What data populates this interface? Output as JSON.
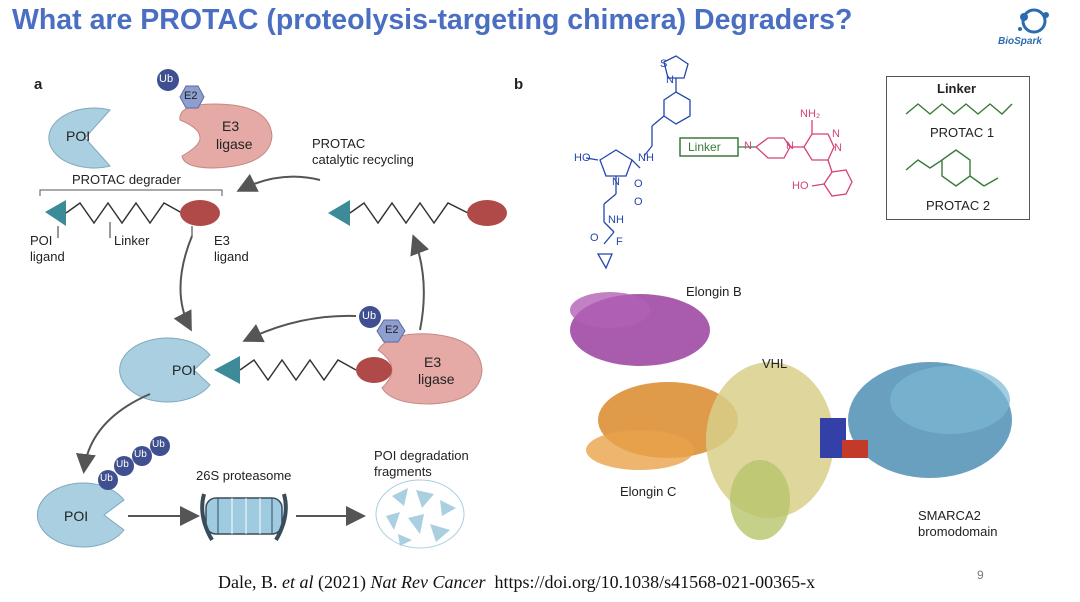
{
  "slide": {
    "title": "What are PROTAC (proteolysis-targeting chimera) Degraders?",
    "logo_text": "BioSpark",
    "page_number": "9"
  },
  "panel_a": {
    "letter": "a",
    "poi": "POI",
    "e3_line1": "E3",
    "e3_line2": "ligase",
    "ub": "Ub",
    "e2": "E2",
    "protac_degrader": "PROTAC degrader",
    "poi_ligand_1": "POI",
    "poi_ligand_2": "ligand",
    "linker": "Linker",
    "e3_ligand_1": "E3",
    "e3_ligand_2": "ligand",
    "recycling_1": "PROTAC",
    "recycling_2": "catalytic recycling",
    "proteasome": "26S proteasome",
    "fragments_1": "POI degradation",
    "fragments_2": "fragments"
  },
  "panel_b": {
    "letter": "b",
    "linker_box_title": "Linker",
    "protac1": "PROTAC 1",
    "protac2": "PROTAC 2",
    "linker_label": "Linker",
    "chem_ho": "HO",
    "chem_nh": "NH",
    "chem_n": "N",
    "chem_o": "O",
    "chem_f": "F",
    "chem_s": "S",
    "chem_nh2": "NH₂",
    "chem_ho2": "HO",
    "elongin_b": "Elongin B",
    "elongin_c": "Elongin C",
    "vhl": "VHL",
    "smarca2_1": "SMARCA2",
    "smarca2_2": "bromodomain"
  },
  "citation": {
    "authors": "Dale, B.",
    "etal": "et al",
    "year": "(2021)",
    "journal": "Nat Rev Cancer",
    "doi": "https://doi.org/10.1038/s41568-021-00365-x"
  },
  "colors": {
    "title": "#4a6fc2",
    "poi": "#a9cfe0",
    "e3": "#e6aaa6",
    "ligand_red": "#b04a48",
    "ligand_teal": "#3d8b99",
    "ub": "#3f4f8f",
    "e2": "#8e9fcf",
    "blue_chem": "#2346b0",
    "pink_chem": "#d8407a",
    "green_linker": "#3a7a3a"
  }
}
